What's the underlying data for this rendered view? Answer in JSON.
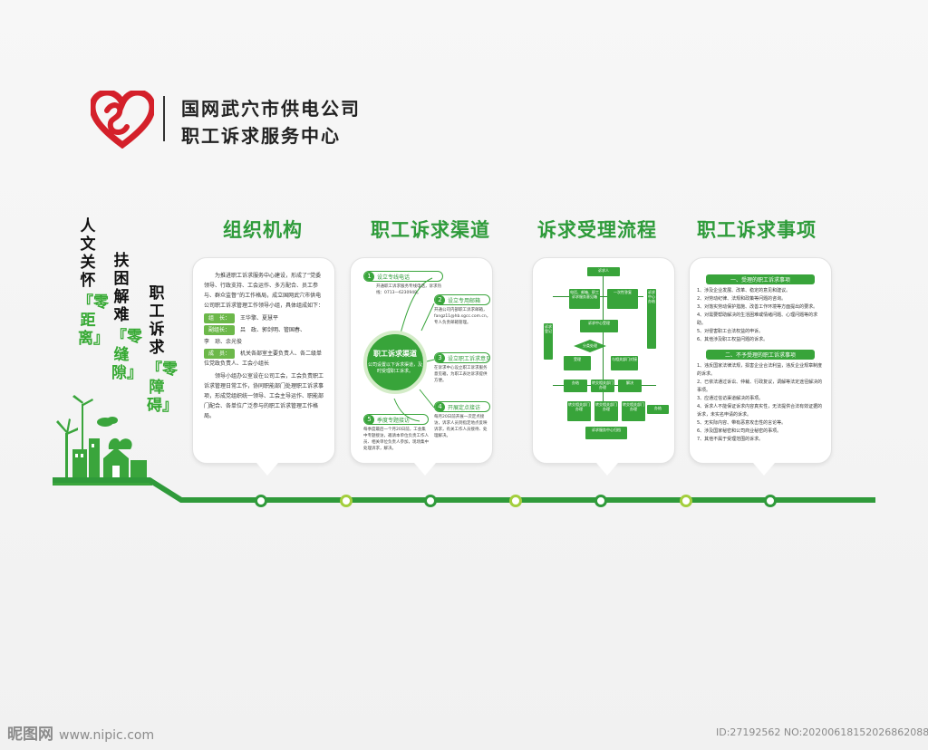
{
  "brand": {
    "line1": "国网武穴市供电公司",
    "line2": "职工诉求服务中心"
  },
  "slogans": [
    {
      "key": "人文关怀",
      "value": "『零距离』"
    },
    {
      "key": "扶困解难",
      "value": "『零缝隙』"
    },
    {
      "key": "职工诉求",
      "value": "『零障碍』"
    }
  ],
  "sections": {
    "org": {
      "title": "组织机构",
      "intro": "为推进职工诉求服务中心建设，形成了“党委领导、行政支持、工会运作、多方配合、员工参与、群众监督”的工作格局，成立国网武穴市供电公司职工诉求管理工作领导小组，具体组成如下：",
      "members": [
        {
          "label": "组　长：",
          "value": "王华擎、夏慧平"
        },
        {
          "label": "副组长：",
          "value": "吕　政、郭剑明、管国春、"
        },
        {
          "label": "",
          "value": "李　琼、余光俊"
        },
        {
          "label": "成　员：",
          "value": "机关各部室主要负责人、各二级单位党政负责人、工会小组长"
        }
      ],
      "office": "领导小组办公室设在公司工会，工会负责职工诉求管理日常工作，协同职能部门处理职工诉求事项，形成党组织统一领导、工会主导运作、职能部门配合、各单位广泛参与的职工诉求管理工作格局。"
    },
    "channels": {
      "title": "职工诉求渠道",
      "hub_title": "职工诉求渠道",
      "hub_sub": "公司设置以下诉求渠道，及时受理职工诉求。",
      "items": [
        {
          "n": "1",
          "label": "设立专线电话",
          "desc": "开通职工诉求服务专线电话，诉求热线：0713—6230948。"
        },
        {
          "n": "2",
          "label": "设立专用邮箱",
          "desc": "开通公司内部职工诉求邮箱，fangz11@hb.sgcc.com.cn，专人负责邮箱管理。"
        },
        {
          "n": "3",
          "label": "设立职工诉求意见箱",
          "desc": "在诉求中心设立职工诉求服务意见箱，为职工表达诉求提供方便。"
        },
        {
          "n": "4",
          "label": "开展定点接访",
          "desc": "每月20日前开展一次定点接访，诉求人员到指定地点反映诉求，有关工作人员接待、处理解决。"
        },
        {
          "n": "5",
          "label": "季度专题接访",
          "desc": "每季度最后一个月20日前，工会集中专题接访，邀请本单位负责工作人员、相关单位负责人参加，现场集中处理诉求，解决。"
        }
      ]
    },
    "process": {
      "title": "诉求受理流程",
      "steps": [
        "诉求人",
        "电话、邮箱、职工诉求服务意见箱",
        "诉求中心受理",
        "一次性答复",
        "诉求中心办结",
        "受理",
        "分类处理",
        "与相关部门对接",
        "诉求登记",
        "转交相关部门办理",
        "办结",
        "解决",
        "诉求服务中心归档"
      ]
    },
    "matters": {
      "title": "职工诉求事项",
      "sec1": "一、受理的职工诉求事项",
      "items1": [
        "1、涉及企业发展、改革、稳定的意见和建议。",
        "2、对劳动纪律、法规和政策等问题的咨询。",
        "3、对落实劳动保护措施、改善工作环境等方面提出的要求。",
        "4、对需要帮助解决的生活困难或情绪问题、心理问题等的求助。",
        "5、对侵害职工合法权益的申诉。",
        "6、其他涉及职工权益问题的诉求。"
      ],
      "sec2": "二、不予受理的职工诉求事项",
      "items2": [
        "1、违反国家法律法规，损害企业合法利益，违反企业规章制度的诉求。",
        "2、已依法通过诉讼、仲裁、行政复议，调解等法定途径解决的事项。",
        "3、应通过信访渠道解决的事项。",
        "4、诉求人不能保证诉求内容真实性，无法提供合法有效证据的诉求，未实名申请的诉求。",
        "5、无实际内容、带有恶意攻击性的言论等。",
        "6、涉及国家秘密和公司商业秘密的事项。",
        "7、其他不属于受理范围的诉求。"
      ]
    }
  },
  "watermark": {
    "left": "昵图网",
    "left_url": "www.nipic.com",
    "right": "ID:27192562 NO:20200618152026862088"
  },
  "colors": {
    "primary_green": "#2e9b3a",
    "lime": "#a3cf3d",
    "logo_red": "#d4202a"
  }
}
